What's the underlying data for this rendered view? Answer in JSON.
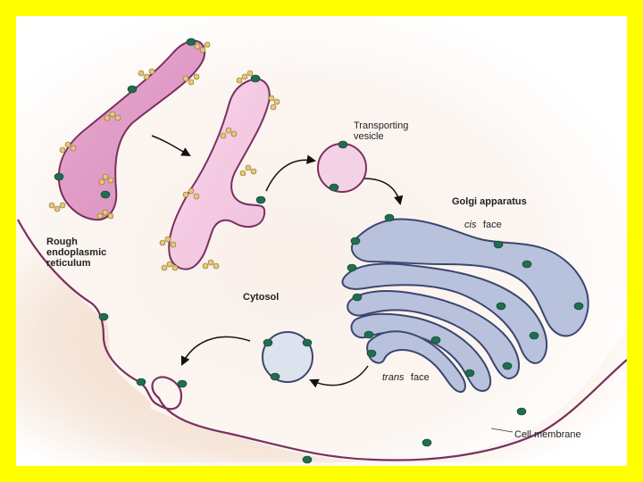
{
  "labels": {
    "rough_er": [
      "Rough",
      "endoplasmic",
      "reticulum"
    ],
    "transporting_vesicle": [
      "Transporting",
      "vesicle"
    ],
    "golgi": "Golgi apparatus",
    "cis_word": "cis",
    "trans_word": "trans",
    "face_word": "face",
    "cytosol": "Cytosol",
    "cell_membrane": "Cell membrane"
  },
  "colors": {
    "er_dark": "#e0a0c8",
    "er_light": "#f5c8e0",
    "er_outline": "#7a3060",
    "golgi_fill": "#b8c2dc",
    "golgi_outline": "#3c4670",
    "vesicle_fill": "#dde2ef",
    "cytosol_fill": "#f3dfd2",
    "protein": "#1f6e4f",
    "ribosome": "#e3c87a",
    "frame": "#ffff00"
  }
}
